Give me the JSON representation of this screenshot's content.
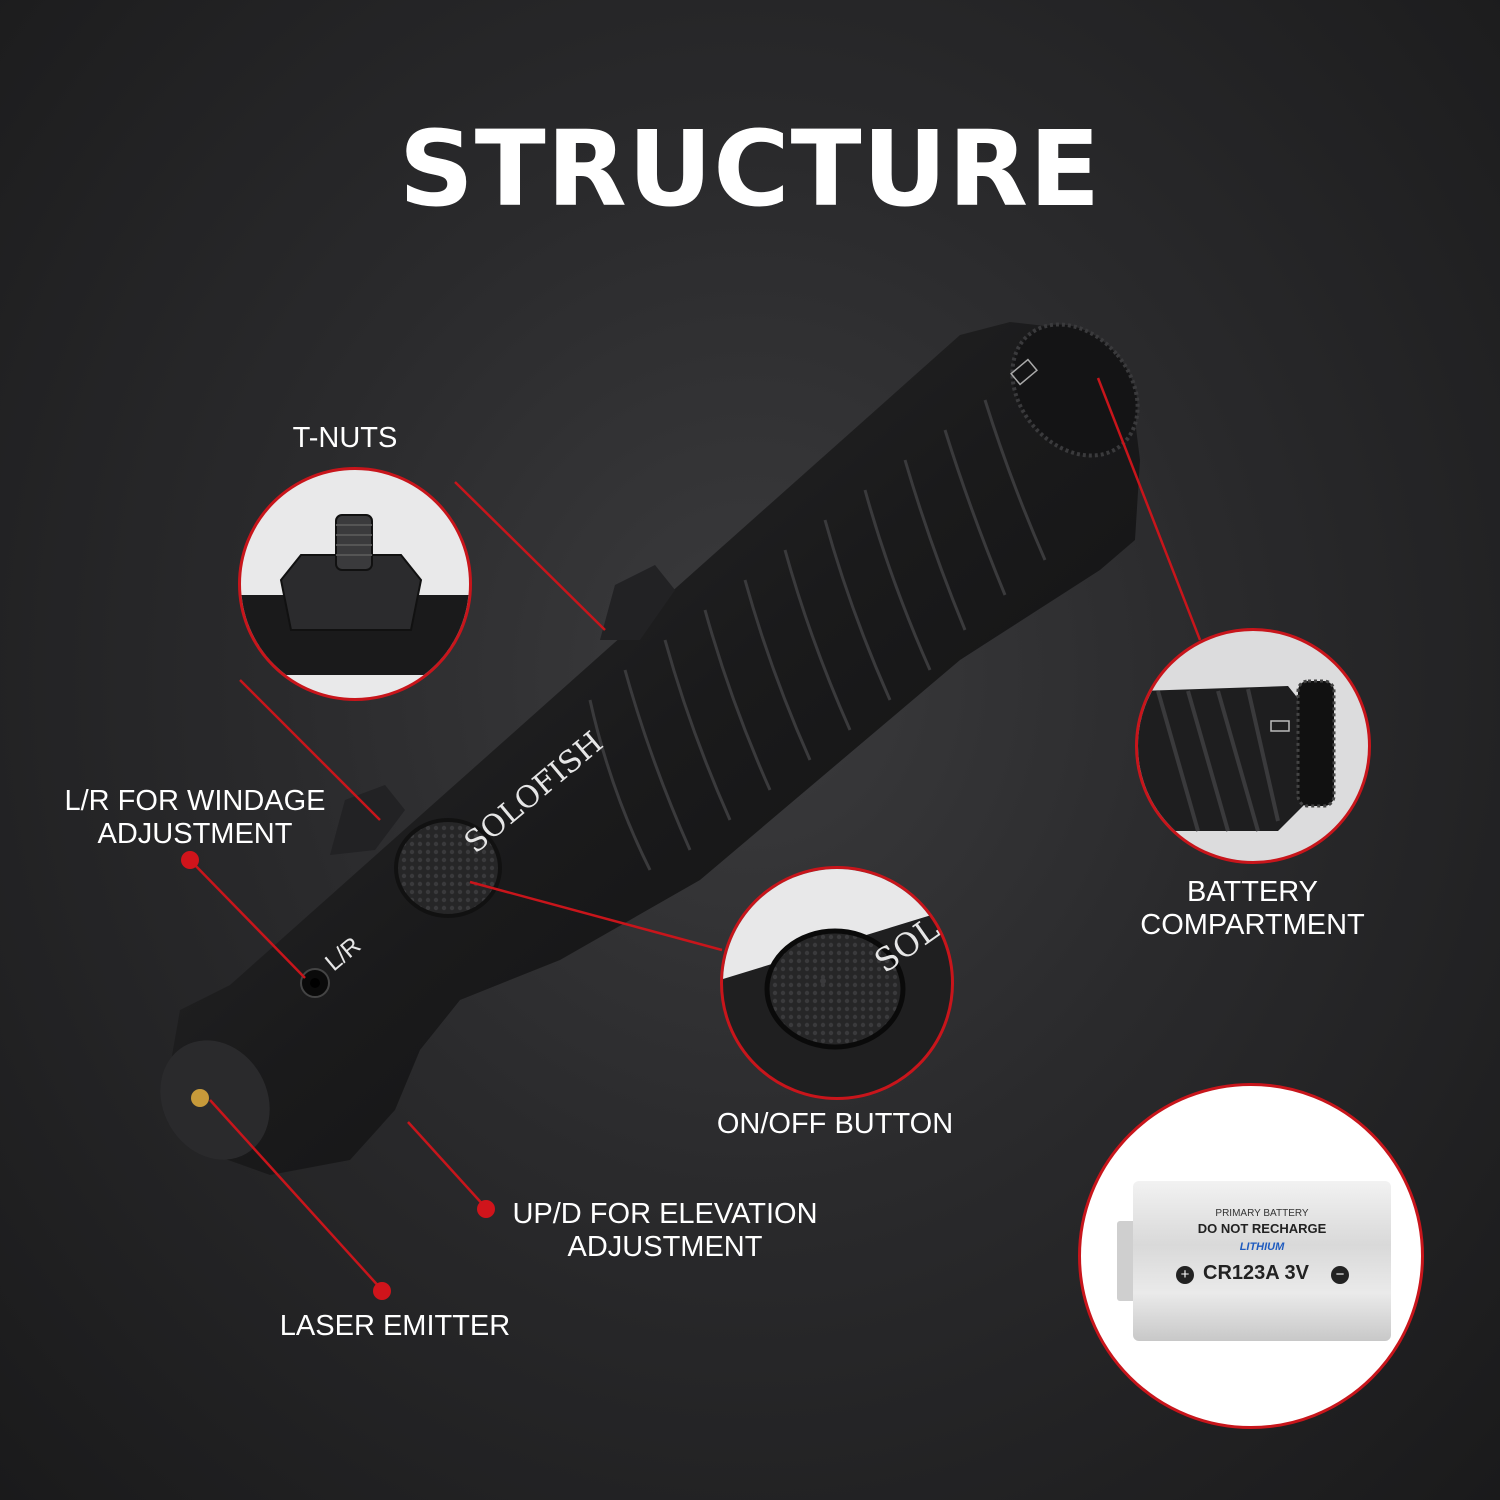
{
  "title": "STRUCTURE",
  "labels": {
    "t_nuts": "T-NUTS",
    "windage_line1": "L/R FOR WINDAGE",
    "windage_line2": "ADJUSTMENT",
    "battery_line1": "BATTERY",
    "battery_line2": "COMPARTMENT",
    "on_off": "ON/OFF BUTTON",
    "elevation_line1": "UP/D FOR ELEVATION",
    "elevation_line2": "ADJUSTMENT",
    "laser": "LASER EMITTER"
  },
  "device": {
    "brand": "SOLOFISH",
    "lr_marking": "L/R",
    "button_closeup_text": "SOL"
  },
  "battery": {
    "line1": "PRIMARY BATTERY",
    "line2": "DO NOT RECHARGE",
    "line3": "LITHIUM",
    "model": "CR123A 3V",
    "plus": "+",
    "minus": "−"
  },
  "colors": {
    "accent": "#d0141b",
    "background": "#2a2a2c",
    "body": "#1c1c1d"
  }
}
